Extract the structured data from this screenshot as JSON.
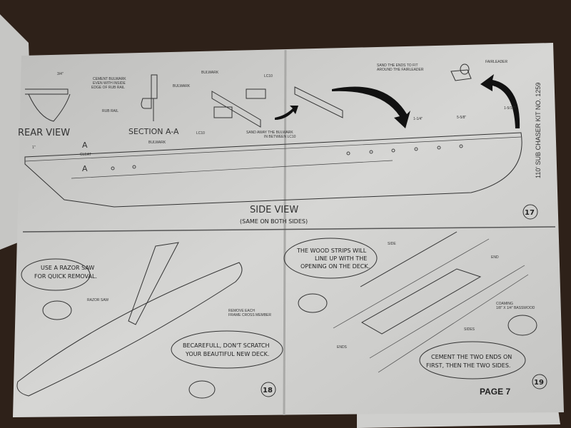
{
  "booklet": {
    "kit_title": "110' SUB CHASER  KIT NO. 1259",
    "page_label": "PAGE 7",
    "colors": {
      "paper": "#d2d2d0",
      "table": "#2e2119",
      "ink": "#333333"
    }
  },
  "step17": {
    "number": "17",
    "rear_view": "REAR VIEW",
    "dim_3_4": "3/4\"",
    "dim_1": "1\"",
    "cement_note": [
      "CEMENT BULWARK",
      "EVEN WITH INSIDE",
      "EDGE OF RUB RAIL"
    ],
    "bulwark": "BULWARK",
    "rub_rail": "RUB RAIL",
    "section_title": "SECTION A-A",
    "section_mark": "A",
    "lc10": "LC10",
    "sand_away": [
      "SAND AWAY THE BULWARK",
      "IN BETWEEN LC10"
    ],
    "sand_ends": [
      "SAND THE ENDS TO FIT",
      "AROUND THE FAIRLEADER"
    ],
    "fairleader": "FAIRLEADER",
    "cleat": "CLEAT",
    "dim_1_1_4": "1-1/4\"",
    "dim_5_5_8": "5-5/8\"",
    "dim_1_5_16": "1-5/16\"",
    "side_view": "SIDE VIEW",
    "side_view_sub": "(SAME ON BOTH SIDES)"
  },
  "step18": {
    "number": "18",
    "bubble1": [
      "USE A RAZOR SAW",
      "FOR QUICK REMOVAL."
    ],
    "razor_saw": "RAZOR SAW",
    "remove_note": [
      "REMOVE EACH",
      "FRAME CROSS MEMBER"
    ],
    "bubble2": [
      "BECAREFULL, DON'T SCRATCH",
      "YOUR BEAUTIFUL NEW DECK."
    ]
  },
  "step19": {
    "number": "19",
    "bubble1": [
      "THE WOOD STRIPS WILL",
      "LINE UP WITH THE",
      "OPENING ON THE DECK."
    ],
    "side": "SIDE",
    "end": "END",
    "coaming": [
      "COAMING",
      "1/8\" X 1/4\" BASSWOOD"
    ],
    "sides": "SIDES",
    "ends": "ENDS",
    "bubble2": [
      "CEMENT THE TWO ENDS ON",
      "FIRST, THEN THE TWO SIDES."
    ]
  }
}
